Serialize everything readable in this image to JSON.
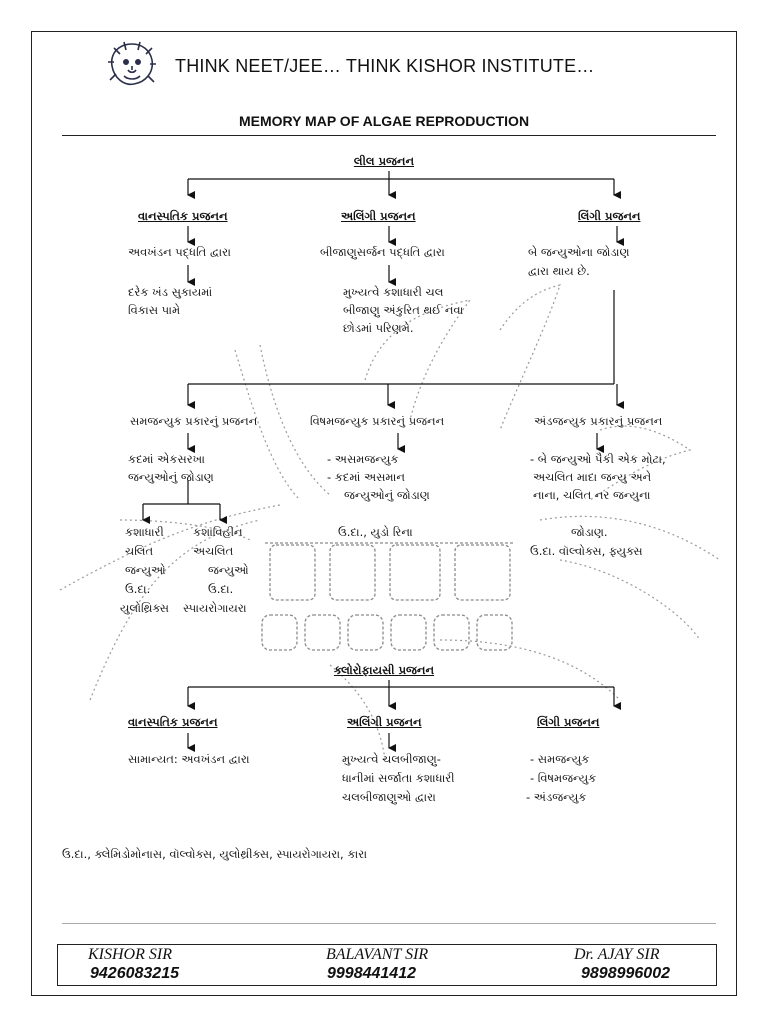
{
  "header": {
    "institute": "THINK NEET/JEE… THINK KISHOR INSTITUTE…",
    "title": "MEMORY MAP OF ALGAE REPRODUCTION"
  },
  "algae": {
    "root": "લીલ પ્રજનન",
    "veg": {
      "title": "વાનસ્પતિક પ્રજનન",
      "step1": "અવખંડન પદ્ધતિ દ્વારા",
      "step2": [
        "દરેક ખંડ સુકાયમાં",
        "વિકાસ પામે"
      ]
    },
    "asex": {
      "title": "અલિંગી પ્રજનન",
      "step1": "બીજાણુસર્જન પદ્ધતિ દ્વારા",
      "step2": [
        "મુખ્યત્વે કશાધારી ચલ",
        "બીજાણુ અંકુરિત થઈ નવા",
        "છોડમાં પરિણમે."
      ]
    },
    "sex": {
      "title": "લિંગી પ્રજનન",
      "step1": [
        "બે જન્યુઓના જોડાણ",
        "દ્વારા થાય છે."
      ]
    }
  },
  "sexual_types": {
    "iso": {
      "title": "સમજન્યુક પ્રકારનું પ્રજનન",
      "desc": [
        "કદમાં એકસરખા",
        "જન્યુઓનું જોડાણ"
      ],
      "left": [
        "કશાધારી",
        "ચલિત",
        "જન્યુઓ",
        "ઉ.દા.",
        "યુલોથ્રિક્સ"
      ],
      "right": [
        "કશાવિહીન",
        "અચલિત",
        "જન્યુઓ",
        "ઉ.દા.",
        "સ્પાયરોગાયરા"
      ]
    },
    "aniso": {
      "title": "વિષમજન્યુક પ્રકારનું પ્રજનન",
      "desc": [
        "- અસમજન્યુક",
        "- કદમાં અસમાન",
        "જન્યુઓનું જોડાણ"
      ],
      "example": "ઉ.દા., યુડો રિના"
    },
    "oo": {
      "title": "અંડજન્યુક પ્રકારનું પ્રજનન",
      "desc": [
        "- બે જન્યુઓ પૈકી એક મોટા,",
        "અચલિત માદા જન્યુ અને",
        "નાના, ચલિત નર જન્યુના",
        "જોડાણ."
      ],
      "example": "ઉ.દા. વૉલ્વોક્સ, ફ્યુક્સ"
    }
  },
  "chloro": {
    "root": "ક્લોરોફાયસી પ્રજનન",
    "veg": {
      "title": "વાનસ્પતિક પ્રજનન",
      "text": "સામાન્યત: અવખંડન દ્વારા"
    },
    "asex": {
      "title": "અલિંગી પ્રજનન",
      "text": [
        "મુખ્યત્વે ચલબીજાણુ-",
        "ધાનીમાં સર્જાતા કશાધારી",
        "ચલબીજાણુઓ દ્વારા"
      ]
    },
    "sex": {
      "title": "લિંગી પ્રજનન",
      "text": [
        "- સમજન્યુક",
        "- વિષમજન્યુક",
        "- અંડજન્યુક"
      ]
    },
    "examples": "ઉ.દા., ક્લેમિડોમોનાસ, વૉલ્વોક્સ, યુલોથ્રીક્સ, સ્પાયરોગાયરા, કારા"
  },
  "footer": {
    "teachers": [
      {
        "name": "KISHOR SIR",
        "phone": "9426083215"
      },
      {
        "name": "BALAVANT SIR",
        "phone": "9998441412"
      },
      {
        "name": "Dr. AJAY SIR",
        "phone": "9898996002"
      }
    ]
  },
  "colors": {
    "ink": "#111111",
    "watermark": "#9a9a9a"
  },
  "icons": {
    "logo": "lion-head-logo"
  }
}
